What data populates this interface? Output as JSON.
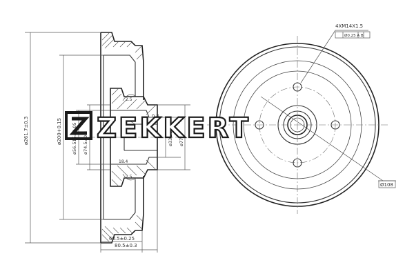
{
  "brand": {
    "logo_text": "ZEKKERT"
  },
  "side_view": {
    "dimensions": {
      "outer_diameter": "ø261.7±0.3",
      "friction_diameter": "ø200+0.15",
      "hub_diameter_1": "ø56.515±0.05",
      "hub_diameter_2": "ø74.5±0.3",
      "bore_diameter": "ø33±0",
      "bore_depth": "ø77-0",
      "small_label_1": "0.8",
      "small_label_2": "2.5",
      "small_label_3": "18.4",
      "small_label_4": "2.5",
      "width_inner": "60.5±0.25",
      "width_outer": "80.5±0.3"
    }
  },
  "front_view": {
    "thread_spec": "4XM14X1.5",
    "tolerance_box": "Ø0.25 A B",
    "pcd_label": "Ø108"
  },
  "colors": {
    "line": "#333333",
    "background": "#ffffff"
  }
}
